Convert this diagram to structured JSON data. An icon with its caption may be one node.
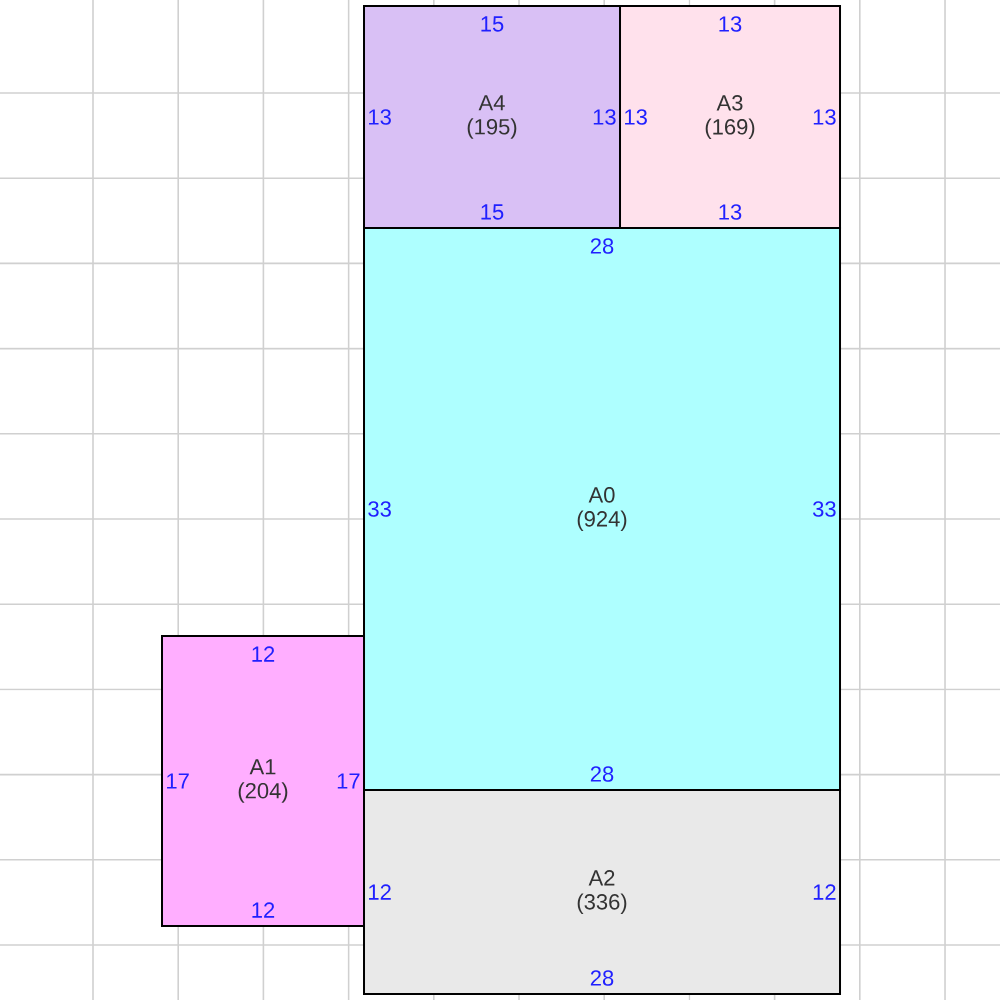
{
  "diagram": {
    "nodes": [
      {
        "text": [
          "A4",
          "(195)",
          "15",
          "13",
          "13",
          "15"
        ]
      },
      {
        "text": [
          "A3",
          "(169)",
          "13",
          "13",
          "13",
          "13"
        ]
      },
      {
        "text": [
          "A0",
          "(924)",
          "28",
          "33",
          "33",
          "28"
        ]
      },
      {
        "text": [
          "A1",
          "(204)",
          "12",
          "17",
          "17",
          "12"
        ]
      },
      {
        "text": [
          "A2",
          "(336)",
          "12",
          "12",
          "28"
        ]
      }
    ]
  }
}
